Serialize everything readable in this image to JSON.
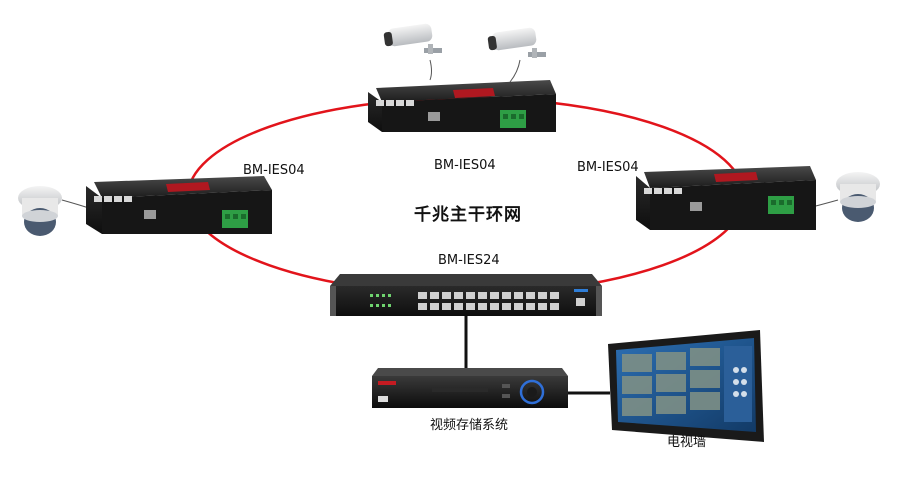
{
  "diagram": {
    "title": "千兆主干环网",
    "ring_color": "#e2141b",
    "nodes": {
      "switch_top": {
        "label": "BM-IES04"
      },
      "switch_left": {
        "label": "BM-IES04"
      },
      "switch_right": {
        "label": "BM-IES04"
      },
      "core_switch": {
        "label": "BM-IES24"
      },
      "nvr": {
        "label": "视频存储系统"
      },
      "tv_wall": {
        "label": "电视墙"
      }
    },
    "icons": {
      "camera_bullet": "bullet-camera-icon",
      "camera_dome": "dome-camera-icon",
      "industrial_switch": "industrial-switch-icon",
      "rack_switch": "rack-switch-icon",
      "dvr": "dvr-recorder-icon",
      "monitor": "monitor-icon"
    }
  }
}
